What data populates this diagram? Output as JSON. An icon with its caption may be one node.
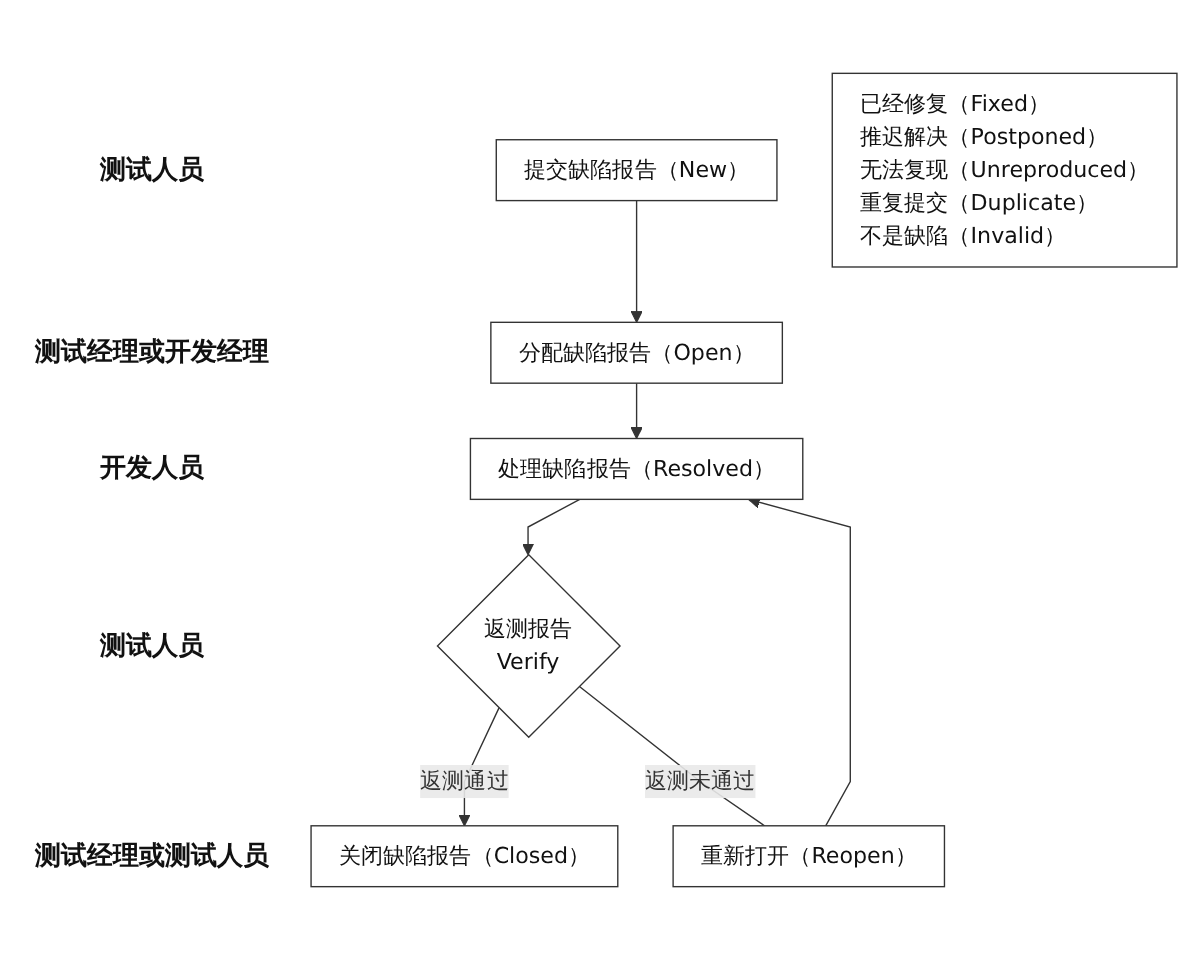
{
  "diagram": {
    "nodes": [
      {
        "text": [
          "提交缺陷报告（New）"
        ]
      },
      {
        "text": [
          "已经修复（Fixed）",
          "推迟解决（Postponed）",
          "无法复现（Unreproduced）",
          "重复提交（Duplicate）",
          "不是缺陷（Invalid）"
        ]
      },
      {
        "text": [
          "分配缺陷报告（Open）"
        ]
      },
      {
        "text": [
          "处理缺陷报告（Resolved）"
        ]
      },
      {
        "text": [
          "重新打开（Reopen）"
        ]
      },
      {
        "text": [
          "返测报告",
          "Verify"
        ]
      },
      {
        "text": [
          "关闭缺陷报告（Closed）"
        ]
      }
    ],
    "edges": [
      {
        "from": 0,
        "to": 2,
        "arrow": "to"
      },
      {
        "from": 2,
        "to": 3,
        "arrow": "to"
      },
      {
        "from": 3,
        "to": 5,
        "arrow": "to"
      },
      {
        "from": 5,
        "to": 6,
        "arrow": "to",
        "label": "返测通过"
      },
      {
        "from": 5,
        "to": 4,
        "arrow": "none",
        "label": "返测未通过"
      },
      {
        "from": 4,
        "to": 3,
        "arrow": "to"
      }
    ],
    "labels": [
      "测试人员",
      "测试经理或开发经理",
      "开发人员",
      "测试人员",
      "测试经理或测试人员"
    ]
  }
}
